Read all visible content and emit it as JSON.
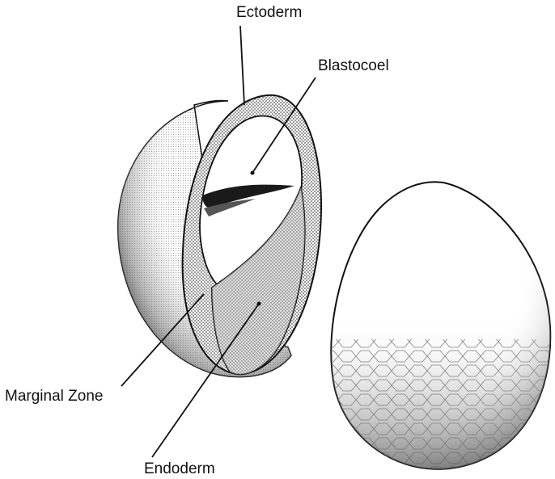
{
  "labels": {
    "ectoderm": "Ectoderm",
    "blastocoel": "Blastocoel",
    "marginal_zone": "Marginal Zone",
    "endoderm": "Endoderm"
  },
  "colors": {
    "ink": "#111111",
    "background": "#ffffff",
    "endoderm_fill": "#b8b8b8"
  }
}
